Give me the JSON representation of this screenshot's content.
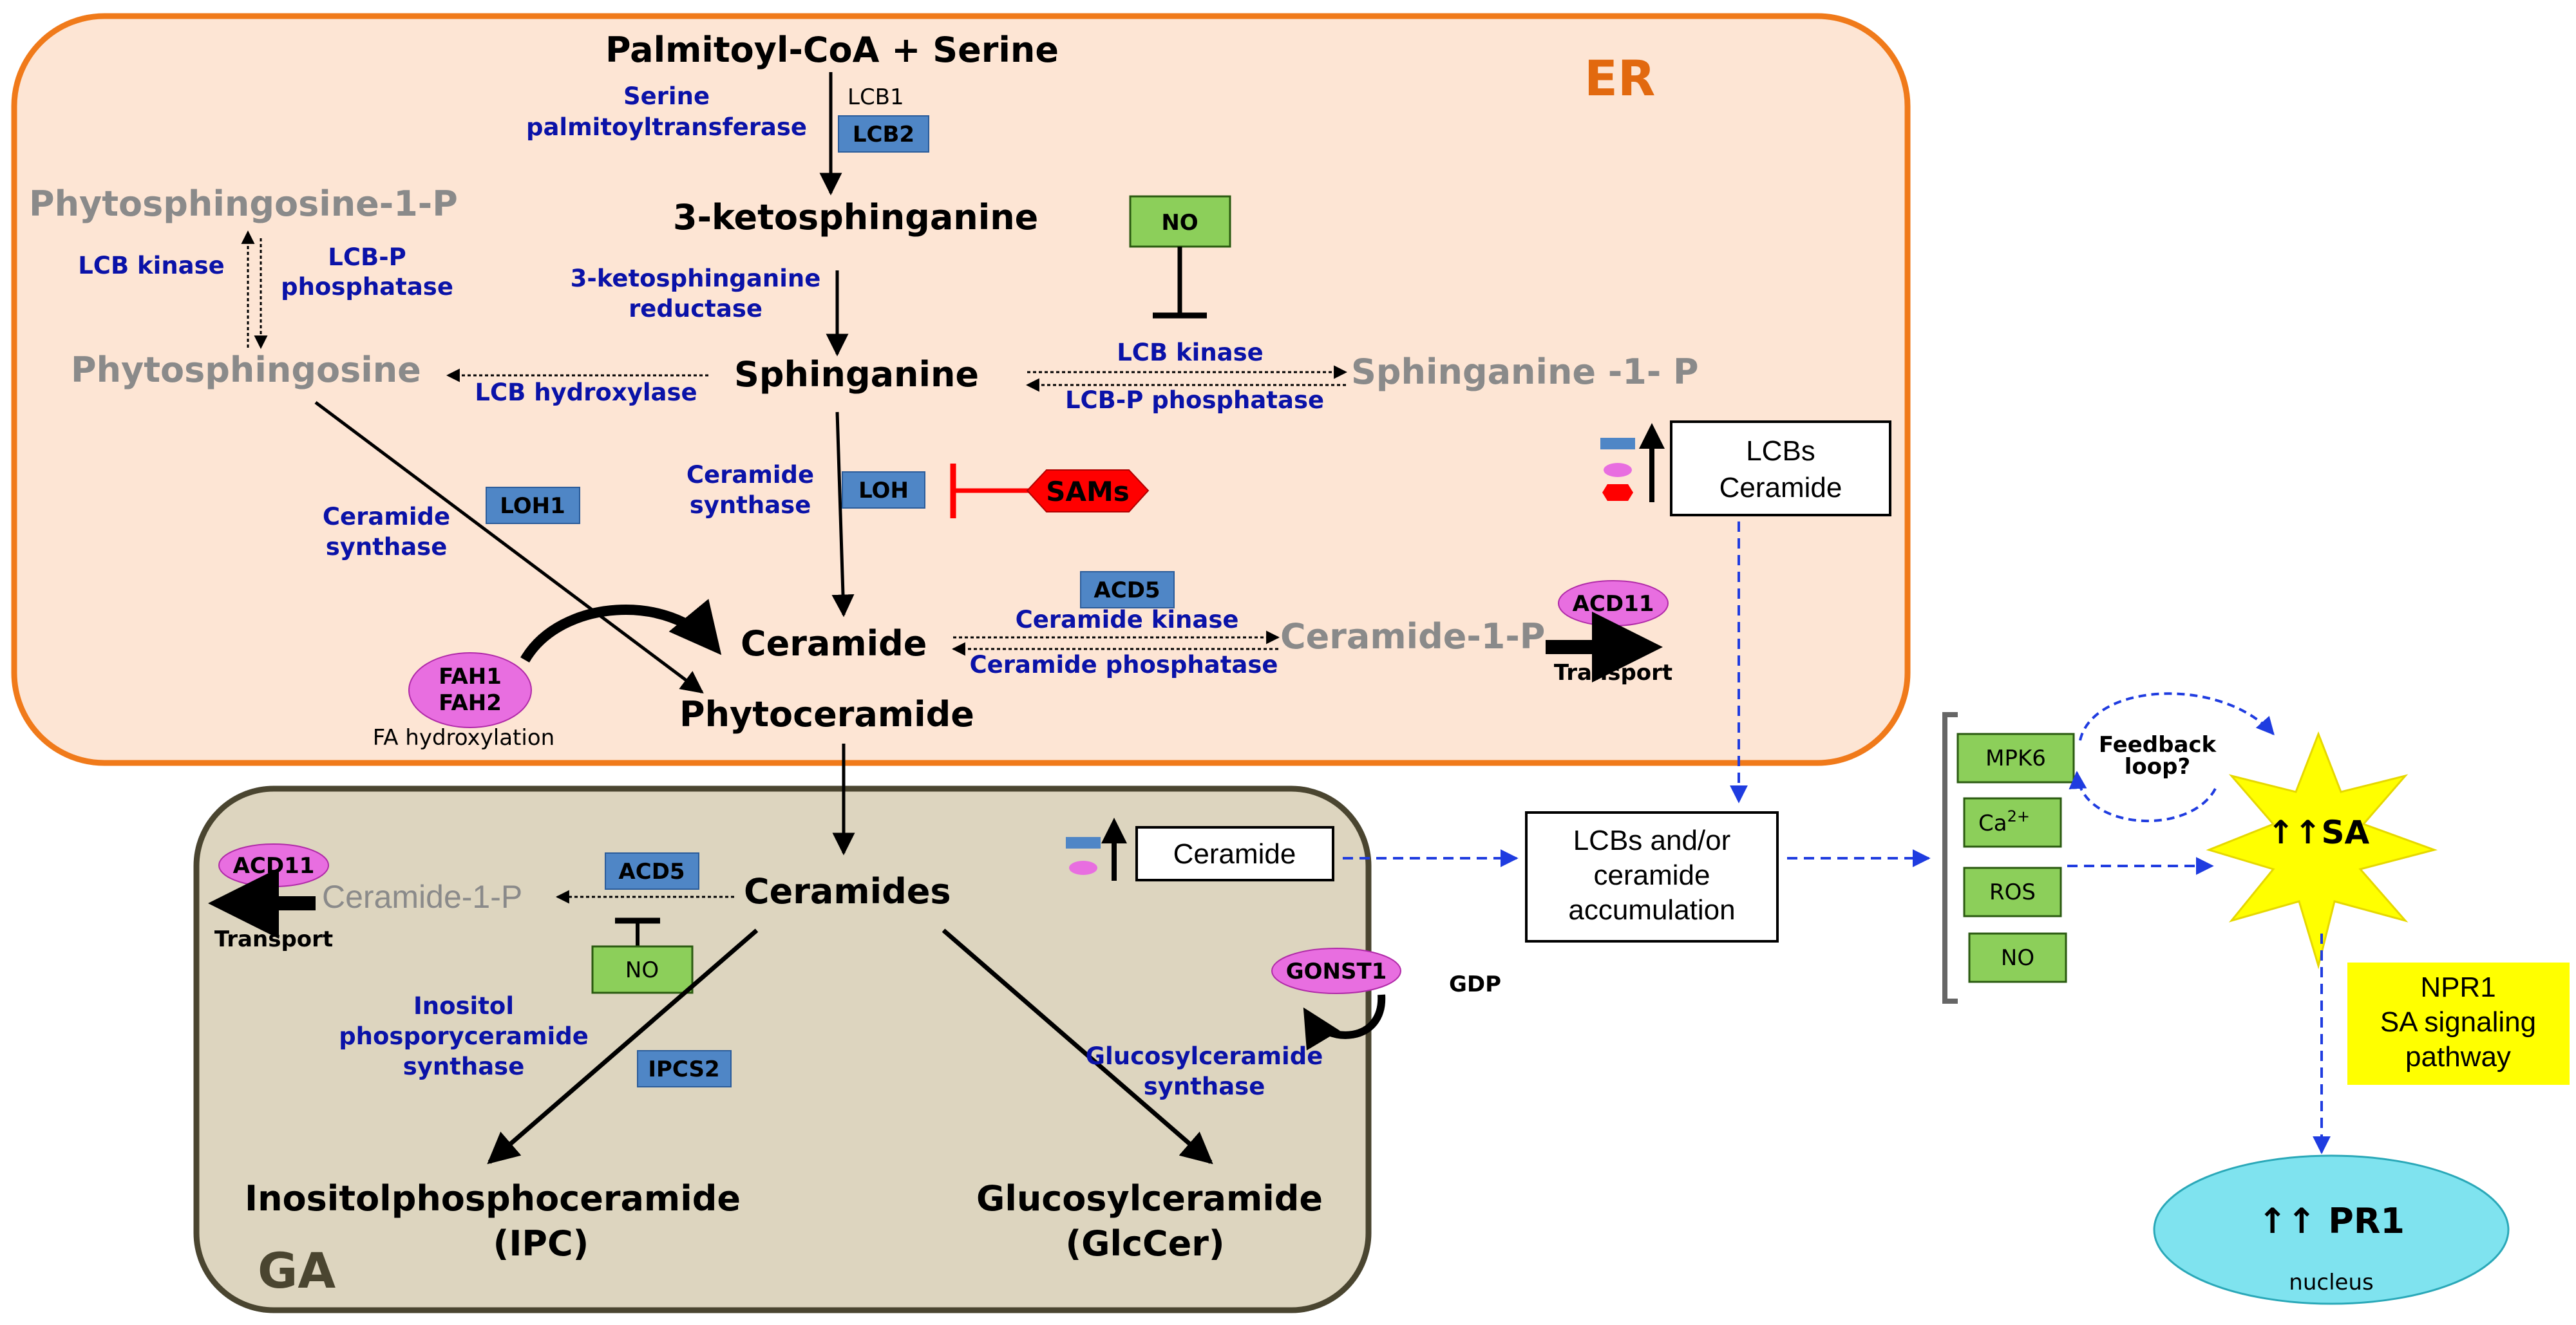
{
  "compartments": {
    "er": "ER",
    "ga": "GA"
  },
  "metabolites": {
    "palmitoyl": "Palmitoyl-CoA  + Serine",
    "ketosphinganine": "3-ketosphinganine",
    "sphinganine": "Sphinganine",
    "sphinganine_1p": "Sphinganine -1- P",
    "phytosphingosine_1p": "Phytosphingosine-1-P",
    "phytosphingosine": "Phytosphingosine",
    "ceramide": "Ceramide",
    "ceramide_1p": "Ceramide-1-P",
    "phytoceramide": "Phytoceramide",
    "ceramides": "Ceramides",
    "ga_ceramide_1p": "Ceramide-1-P",
    "ipc_1": "Inositolphosphoceramide",
    "ipc_2": "(IPC)",
    "glccer_1": "Glucosylceramide",
    "glccer_2": "(GlcCer)"
  },
  "enzymes": {
    "spt_1": "Serine",
    "spt_2": "palmitoyltransferase",
    "ksr_1": "3-ketosphinganine",
    "ksr_2": "reductase",
    "lcb_kinase_left": "LCB kinase",
    "lcbp_phosphatase_left_1": "LCB-P",
    "lcbp_phosphatase_left_2": "phosphatase",
    "lcb_hydroxylase": "LCB hydroxylase",
    "lcb_kinase_right": "LCB kinase",
    "lcbp_phosphatase_right": "LCB-P phosphatase",
    "cs_left_1": "Ceramide",
    "cs_left_2": "synthase",
    "cs_mid_1": "Ceramide",
    "cs_mid_2": "synthase",
    "ceramide_kinase": "Ceramide kinase",
    "ceramide_phosphatase": "Ceramide phosphatase",
    "ipcs_1": "Inositol",
    "ipcs_2": "phosporyceramide",
    "ipcs_3": "synthase",
    "gcs_1": "Glucosylceramide",
    "gcs_2": "synthase"
  },
  "gene_tags": {
    "lcb1": "LCB1",
    "lcb2": "LCB2",
    "loh1": "LOH1",
    "loh": "LOH",
    "acd5_er": "ACD5",
    "acd5_ga": "ACD5",
    "ipcs2": "IPCS2",
    "acd11_er": "ACD11",
    "acd11_ga": "ACD11",
    "fah1": "FAH1",
    "fah2": "FAH2",
    "gonst1": "GONST1"
  },
  "labels": {
    "fa_hydroxylation": "FA hydroxylation",
    "transport_er": "Transport",
    "transport_ga": "Transport",
    "gdp": "GDP",
    "sams": "SAMs",
    "no_er": "NO",
    "no_ga": "NO"
  },
  "boxes": {
    "lcbs_1": "LCBs",
    "lcbs_2": "Ceramide",
    "ga_ceramide": "Ceramide",
    "accum_1": "LCBs and/or",
    "accum_2": "ceramide",
    "accum_3": "accumulation"
  },
  "signaling": {
    "mpk6": "MPK6",
    "ca_base": "Ca",
    "ca_sup": "2+",
    "ros": "ROS",
    "no": "NO",
    "feedback_1": "Feedback",
    "feedback_2": "loop?",
    "sa": "↑↑SA",
    "npr1_1": "NPR1",
    "npr1_2": "SA signaling",
    "npr1_3": "pathway",
    "pr1": "↑↑ PR1",
    "nucleus": "nucleus"
  },
  "colors": {
    "er_fill": "#fde5d4",
    "er_border": "#f07a1a",
    "ga_fill": "#ddd5bf",
    "ga_border": "#4a4530",
    "enzyme_text": "#0a12a8",
    "gene_box": "#4f86c6",
    "green_box": "#8ccf5a",
    "magenta": "#e86ee0",
    "sams_red": "#ff0000",
    "yellow": "#ffff00",
    "nucleus": "#7fe3ef",
    "dashed_blue": "#1f3ce0"
  }
}
